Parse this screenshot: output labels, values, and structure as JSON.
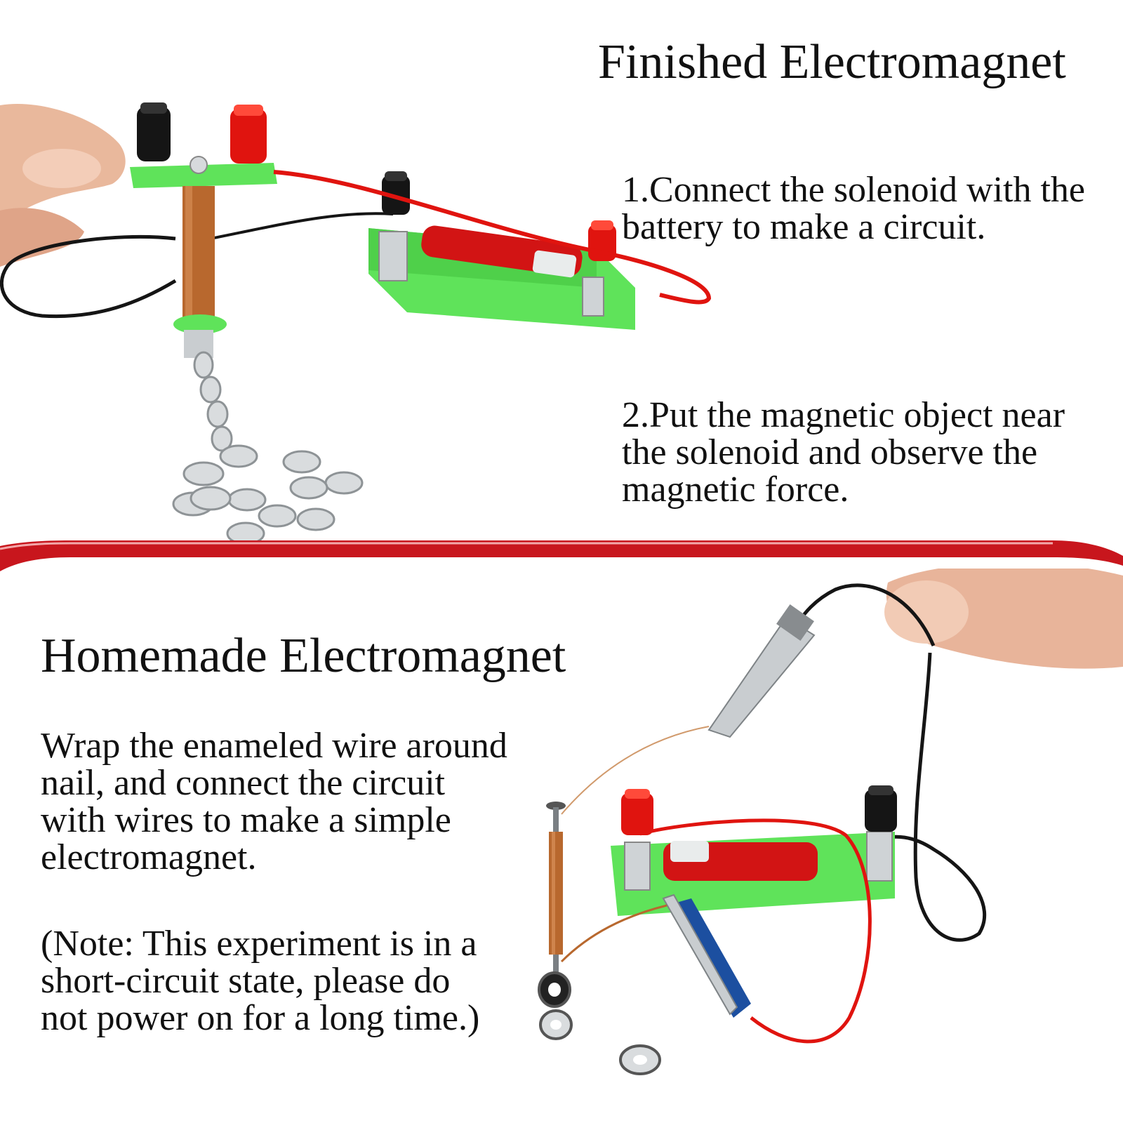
{
  "finished": {
    "title": "Finished Electromagnet",
    "step1": "1.Connect the solenoid with the\nbattery to make a circuit.",
    "step2": "2.Put the magnetic object near\nthe solenoid and observe the\nmagnetic force."
  },
  "homemade": {
    "title": "Homemade Electromagnet",
    "instructions": "Wrap the enameled wire around\nnail, and connect the circuit\nwith wires to make a simple\nelectromagnet.",
    "note": "(Note: This experiment is in a\nshort-circuit state, please do\nnot power on for a long time.)"
  },
  "colors": {
    "divider": "#c8161d",
    "green": "#5fe35a",
    "red_terminal": "#e0140f",
    "black_terminal": "#111111",
    "copper": "#b8682e",
    "skin": "#e8b49a"
  }
}
